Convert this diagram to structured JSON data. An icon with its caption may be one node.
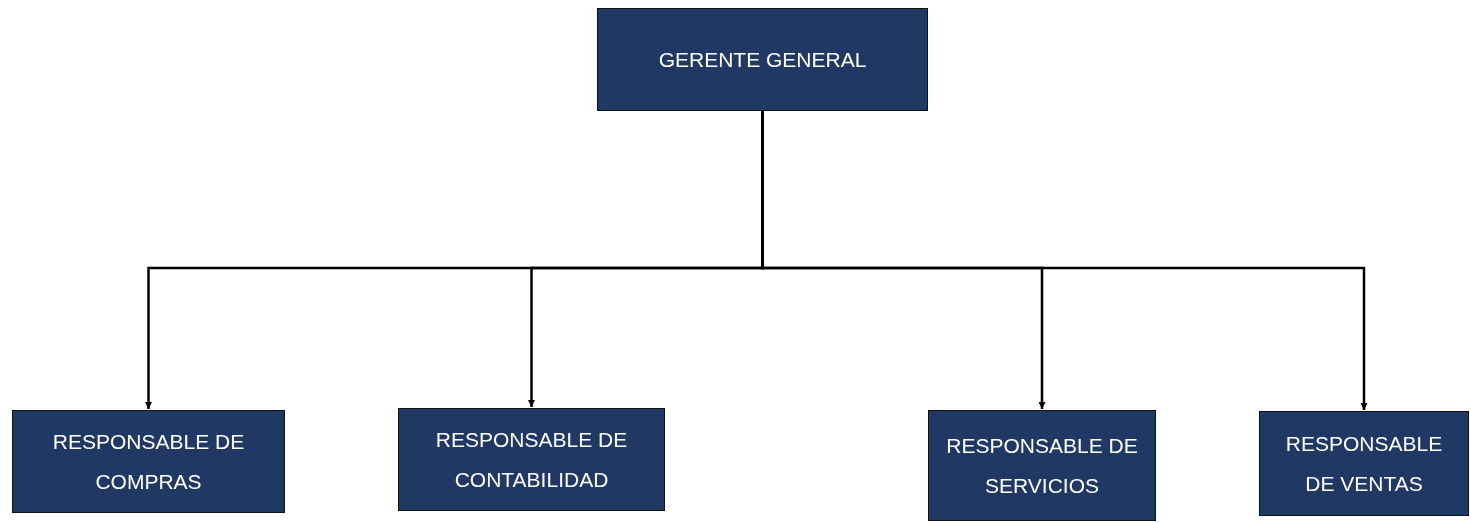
{
  "diagram": {
    "nodes": [
      {
        "text": [
          "GERENTE GENERAL"
        ]
      },
      {
        "text": [
          "RESPONSABLE DE COMPRAS"
        ]
      },
      {
        "text": [
          "RESPONSABLE DE CONTABILIDAD"
        ]
      },
      {
        "text": [
          "RESPONSABLE DE SERVICIOS"
        ]
      },
      {
        "text": [
          "RESPONSABLE DE VENTAS"
        ]
      }
    ],
    "edges": [
      {
        "from": 0,
        "to": 1,
        "arrow": "to"
      },
      {
        "from": 0,
        "to": 2,
        "arrow": "to"
      },
      {
        "from": 0,
        "to": 3,
        "arrow": "to"
      },
      {
        "from": 0,
        "to": 4,
        "arrow": "to"
      }
    ]
  }
}
